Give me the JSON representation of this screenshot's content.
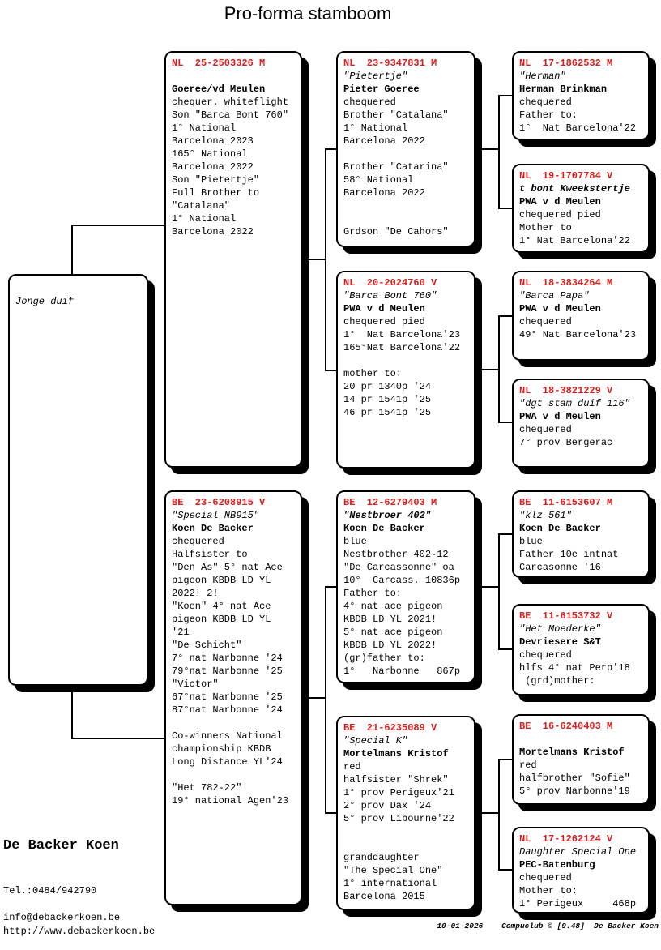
{
  "title": "Pro-forma stamboom",
  "colors": {
    "ring_red": "#d81e1e",
    "text": "#000000",
    "paper": "#ffffff"
  },
  "subject_box": {
    "label": "Jonge duif"
  },
  "boxes": {
    "nl25": {
      "ring": "NL  25-2503326 M",
      "lines": [
        {
          "t": "",
          "s": ""
        },
        {
          "t": "Goeree/vd Meulen",
          "s": "b"
        },
        {
          "t": "chequer. whiteflight",
          "s": ""
        },
        {
          "t": "Son \"Barca Bont 760\"",
          "s": ""
        },
        {
          "t": "1° National",
          "s": ""
        },
        {
          "t": "Barcelona 2023",
          "s": ""
        },
        {
          "t": "165° National",
          "s": ""
        },
        {
          "t": "Barcelona 2022",
          "s": ""
        },
        {
          "t": "Son \"Pietertje\"",
          "s": ""
        },
        {
          "t": "Full Brother to",
          "s": ""
        },
        {
          "t": "\"Catalana\"",
          "s": ""
        },
        {
          "t": "1° National",
          "s": ""
        },
        {
          "t": "Barcelona 2022",
          "s": ""
        }
      ]
    },
    "be23": {
      "ring": "BE  23-6208915 V",
      "lines": [
        {
          "t": "\"Special NB915\"",
          "s": "i"
        },
        {
          "t": "Koen De Backer",
          "s": "b"
        },
        {
          "t": "chequered",
          "s": ""
        },
        {
          "t": "Halfsister to",
          "s": ""
        },
        {
          "t": "\"Den As\" 5° nat Ace",
          "s": ""
        },
        {
          "t": "pigeon KBDB LD YL",
          "s": ""
        },
        {
          "t": "2022! 2!",
          "s": ""
        },
        {
          "t": "\"Koen\" 4° nat Ace",
          "s": ""
        },
        {
          "t": "pigeon KBDB LD YL",
          "s": ""
        },
        {
          "t": "'21",
          "s": ""
        },
        {
          "t": "\"De Schicht\"",
          "s": ""
        },
        {
          "t": "7° nat Narbonne '24",
          "s": ""
        },
        {
          "t": "79°nat Narbonne '25",
          "s": ""
        },
        {
          "t": "\"Victor\"",
          "s": ""
        },
        {
          "t": "67°nat Narbonne '25",
          "s": ""
        },
        {
          "t": "87°nat Narbonne '24",
          "s": ""
        },
        {
          "t": "",
          "s": ""
        },
        {
          "t": "Co-winners National",
          "s": ""
        },
        {
          "t": "championship KBDB",
          "s": ""
        },
        {
          "t": "Long Distance YL'24",
          "s": ""
        },
        {
          "t": "",
          "s": ""
        },
        {
          "t": "\"Het 782-22\"",
          "s": ""
        },
        {
          "t": "19° national Agen'23",
          "s": ""
        }
      ]
    },
    "nl23": {
      "ring": "NL  23-9347831 M",
      "lines": [
        {
          "t": "\"Pietertje\"",
          "s": "i"
        },
        {
          "t": "Pieter Goeree",
          "s": "b"
        },
        {
          "t": "chequered",
          "s": ""
        },
        {
          "t": "Brother \"Catalana\"",
          "s": ""
        },
        {
          "t": "1° National",
          "s": ""
        },
        {
          "t": "Barcelona 2022",
          "s": ""
        },
        {
          "t": "",
          "s": ""
        },
        {
          "t": "Brother \"Catarina\"",
          "s": ""
        },
        {
          "t": "58° National",
          "s": ""
        },
        {
          "t": "Barcelona 2022",
          "s": ""
        },
        {
          "t": "",
          "s": ""
        },
        {
          "t": "",
          "s": ""
        },
        {
          "t": "Grdson \"De Cahors\"",
          "s": ""
        }
      ]
    },
    "nl20": {
      "ring": "NL  20-2024760 V",
      "lines": [
        {
          "t": "\"Barca Bont 760\"",
          "s": "i"
        },
        {
          "t": "PWA v d Meulen",
          "s": "b"
        },
        {
          "t": "chequered pied",
          "s": ""
        },
        {
          "t": "1°  Nat Barcelona'23",
          "s": ""
        },
        {
          "t": "165°Nat Barcelona'22",
          "s": ""
        },
        {
          "t": "",
          "s": ""
        },
        {
          "t": "mother to:",
          "s": ""
        },
        {
          "t": "20 pr 1340p '24",
          "s": ""
        },
        {
          "t": "14 pr 1541p '25",
          "s": ""
        },
        {
          "t": "46 pr 1541p '25",
          "s": ""
        }
      ]
    },
    "be12": {
      "ring": "BE  12-6279403 M",
      "lines": [
        {
          "t": "\"Nestbroer 402\"",
          "s": "bi"
        },
        {
          "t": "Koen De Backer",
          "s": "b"
        },
        {
          "t": "blue",
          "s": ""
        },
        {
          "t": "Nestbrother 402-12",
          "s": ""
        },
        {
          "t": "\"De Carcassonne\" oa",
          "s": ""
        },
        {
          "t": "10°  Carcass. 10836p",
          "s": ""
        },
        {
          "t": "Father to:",
          "s": ""
        },
        {
          "t": "4° nat ace pigeon",
          "s": ""
        },
        {
          "t": "KBDB LD YL 2021!",
          "s": ""
        },
        {
          "t": "5° nat ace pigeon",
          "s": ""
        },
        {
          "t": "KBDB LD YL 2022!",
          "s": ""
        },
        {
          "t": "(gr)father to:",
          "s": ""
        },
        {
          "t": "1°   Narbonne   867p",
          "s": ""
        }
      ]
    },
    "be21": {
      "ring": "BE  21-6235089 V",
      "lines": [
        {
          "t": "\"Special K\"",
          "s": "i"
        },
        {
          "t": "Mortelmans Kristof",
          "s": "b"
        },
        {
          "t": "red",
          "s": ""
        },
        {
          "t": "halfsister \"Shrek\"",
          "s": ""
        },
        {
          "t": "1° prov Perigeux'21",
          "s": ""
        },
        {
          "t": "2° prov Dax '24",
          "s": ""
        },
        {
          "t": "5° prov Libourne'22",
          "s": ""
        },
        {
          "t": "",
          "s": ""
        },
        {
          "t": "",
          "s": ""
        },
        {
          "t": "granddaughter",
          "s": ""
        },
        {
          "t": "\"The Special One\"",
          "s": ""
        },
        {
          "t": "1° international",
          "s": ""
        },
        {
          "t": "Barcelona 2015",
          "s": ""
        }
      ]
    },
    "nl17a": {
      "ring": "NL  17-1862532 M",
      "lines": [
        {
          "t": "\"Herman\"",
          "s": "i"
        },
        {
          "t": "Herman Brinkman",
          "s": "b"
        },
        {
          "t": "chequered",
          "s": ""
        },
        {
          "t": "Father to:",
          "s": ""
        },
        {
          "t": "1°  Nat Barcelona'22",
          "s": ""
        }
      ]
    },
    "nl19": {
      "ring": "NL  19-1707784 V",
      "lines": [
        {
          "t": "t bont Kweekstertje",
          "s": "bi"
        },
        {
          "t": "PWA v d Meulen",
          "s": "b"
        },
        {
          "t": "chequered pied",
          "s": ""
        },
        {
          "t": "Mother to",
          "s": ""
        },
        {
          "t": "1° Nat Barcelona'22",
          "s": ""
        }
      ]
    },
    "nl18a": {
      "ring": "NL  18-3834264 M",
      "lines": [
        {
          "t": "\"Barca Papa\"",
          "s": "i"
        },
        {
          "t": "PWA v d Meulen",
          "s": "b"
        },
        {
          "t": "chequered",
          "s": ""
        },
        {
          "t": "49° Nat Barcelona'23",
          "s": ""
        }
      ]
    },
    "nl18b": {
      "ring": "NL  18-3821229 V",
      "lines": [
        {
          "t": "\"dgt stam duif 116\"",
          "s": "i"
        },
        {
          "t": "PWA v d Meulen",
          "s": "b"
        },
        {
          "t": "chequered",
          "s": ""
        },
        {
          "t": "7° prov Bergerac",
          "s": ""
        }
      ]
    },
    "be11a": {
      "ring": "BE  11-6153607 M",
      "lines": [
        {
          "t": "\"klz 561\"",
          "s": "i"
        },
        {
          "t": "Koen De Backer",
          "s": "b"
        },
        {
          "t": "blue",
          "s": ""
        },
        {
          "t": "Father 10e intnat",
          "s": ""
        },
        {
          "t": "Carcasonne '16",
          "s": ""
        }
      ]
    },
    "be11b": {
      "ring": "BE  11-6153732 V",
      "lines": [
        {
          "t": "\"Het Moederke\"",
          "s": "i"
        },
        {
          "t": "Devriesere S&T",
          "s": "b"
        },
        {
          "t": "chequered",
          "s": ""
        },
        {
          "t": "hlfs 4° nat Perp'18",
          "s": ""
        },
        {
          "t": " (grd)mother:",
          "s": ""
        }
      ]
    },
    "be16": {
      "ring": "BE  16-6240403 M",
      "lines": [
        {
          "t": "",
          "s": ""
        },
        {
          "t": "Mortelmans Kristof",
          "s": "b"
        },
        {
          "t": "red",
          "s": ""
        },
        {
          "t": "halfbrother \"Sofie\"",
          "s": ""
        },
        {
          "t": "5° prov Narbonne'19",
          "s": ""
        }
      ]
    },
    "nl17b": {
      "ring": "NL  17-1262124 V",
      "lines": [
        {
          "t": "Daughter Special One",
          "s": "i"
        },
        {
          "t": "PEC-Batenburg",
          "s": "b"
        },
        {
          "t": "chequered",
          "s": ""
        },
        {
          "t": "Mother to:",
          "s": ""
        },
        {
          "t": "1° Perigeux     468p",
          "s": ""
        }
      ]
    }
  },
  "contact": {
    "name": "De Backer Koen",
    "tel": "Tel.:0484/942790",
    "email": "info@debackerkoen.be",
    "website": "http://www.debackerkoen.be"
  },
  "footer": "10-01-2026    Compuclub © [9.48]  De Backer Koen"
}
